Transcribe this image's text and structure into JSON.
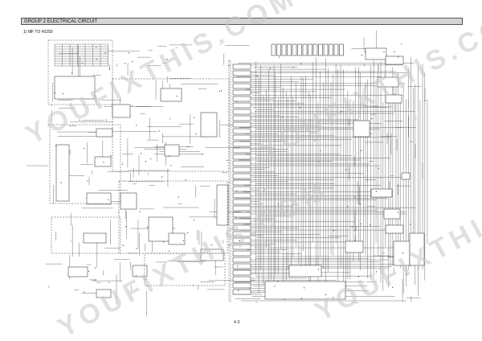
{
  "header": {
    "title": "GROUP 2 ELECTRICAL CIRCUIT"
  },
  "subtitle": "1) MF TO #0250",
  "page_number": "4-3",
  "watermark": {
    "text": "YOUFIXTHIS.COM"
  }
}
